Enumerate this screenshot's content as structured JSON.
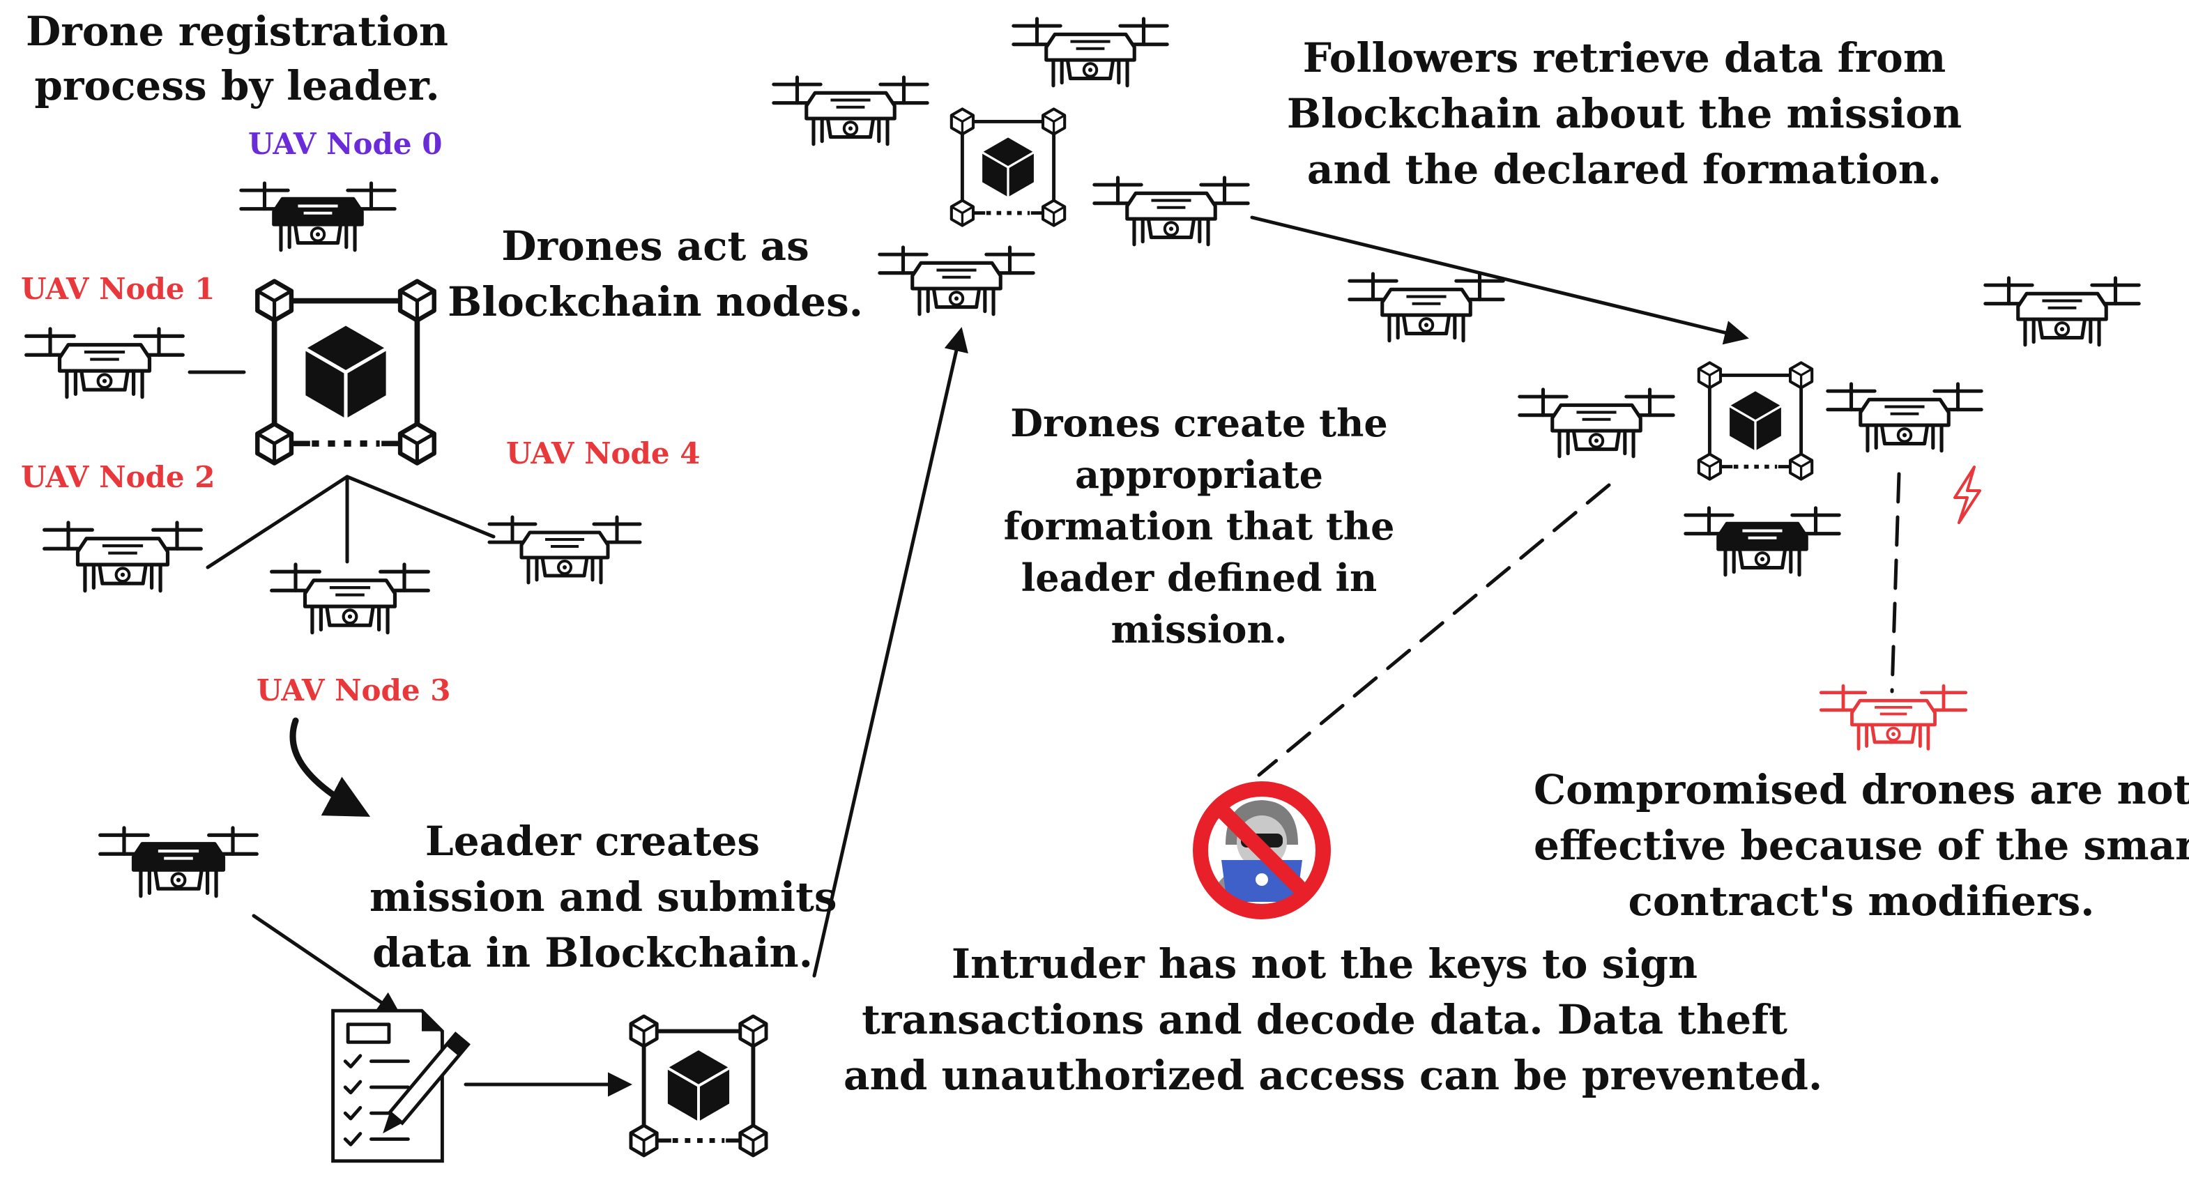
{
  "colors": {
    "ink": "#111111",
    "leader_label": "#6a2bd9",
    "follower_label": "#e8383b",
    "compromised": "#e8383b",
    "intruder_laptop": "#3f5fc9",
    "prohibited_sign": "#e8202a"
  },
  "labels": {
    "registration": [
      "Drone registration",
      "process by leader."
    ],
    "blockchain_nodes": [
      "Drones act as",
      "Blockchain nodes."
    ],
    "followers_retrieve": [
      "Followers retrieve data from",
      "Blockchain about the mission",
      "and the declared formation."
    ],
    "formation": [
      "Drones create the",
      "appropriate",
      "formation that the",
      "leader defined in",
      "mission."
    ],
    "leader_creates": [
      "Leader creates",
      "mission and submits",
      "data in Blockchain."
    ],
    "intruder": [
      "Intruder has not the keys to sign",
      "transactions and decode data. Data theft",
      "and unauthorized access can be prevented."
    ],
    "compromised": [
      "Compromised drones are not",
      "effective because of the smart",
      "contract's modifiers."
    ]
  },
  "nodes": [
    {
      "id": 0,
      "label": "UAV Node 0",
      "role": "leader"
    },
    {
      "id": 1,
      "label": "UAV Node 1",
      "role": "follower"
    },
    {
      "id": 2,
      "label": "UAV Node 2",
      "role": "follower"
    },
    {
      "id": 3,
      "label": "UAV Node 3",
      "role": "follower"
    },
    {
      "id": 4,
      "label": "UAV Node 4",
      "role": "follower"
    }
  ],
  "icons": [
    "drone-icon",
    "leader-drone-icon",
    "blockchain-icon",
    "mission-document-icon",
    "pen-icon",
    "intruder-icon",
    "prohibited-icon",
    "lightning-icon",
    "arrow-icon"
  ]
}
